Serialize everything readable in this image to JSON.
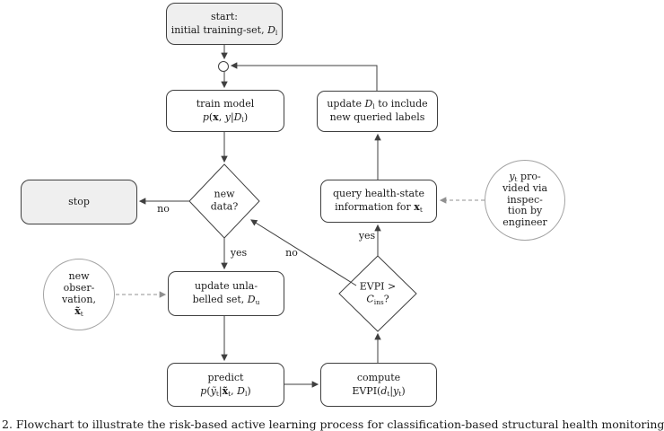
{
  "colors": {
    "box_border": "#3f3f3f",
    "box_fill": "#ffffff",
    "terminal_fill": "#efefef",
    "circle_border": "#a3a3a3",
    "dashed_line": "#909090",
    "text": "#1b1b1b"
  },
  "caption": "2. Flowchart to illustrate the risk-based active learning process for classification-based structural health monitoring",
  "labels": {
    "no_stop": "no",
    "yes_newdata": "yes",
    "no_evpi": "no",
    "yes_evpi": "yes"
  },
  "nodes": {
    "start": {
      "l1": "start:",
      "l2a": "initial training-set, ",
      "l2b": "D",
      "l2c": "l"
    },
    "train": {
      "l1": "train model",
      "p": "p",
      "open": "(",
      "x": "x",
      "comma": ", ",
      "y": "y",
      "bar": "|",
      "D": "D",
      "Dsub": "l",
      "close": ")"
    },
    "update_labelled": {
      "l1a": "update ",
      "l1b": "D",
      "l1c": "l",
      "l1d": " to include",
      "l2": "new queried labels"
    },
    "new_data": {
      "l1": "new",
      "l2": "data?"
    },
    "stop": {
      "l1": "stop"
    },
    "query": {
      "l1": "query health-state",
      "l2a": "information for ",
      "l2b": "x",
      "l2c": "t"
    },
    "engineer": {
      "l1a": "y",
      "l1b": "t",
      "l1c": " pro-",
      "l2": "vided via",
      "l3": "inspec-",
      "l4": "tion by",
      "l5": "engineer"
    },
    "update_unlabelled": {
      "l1": "update unla-",
      "l2a": "belled set, ",
      "l2b": "D",
      "l2c": "u"
    },
    "observation": {
      "l1": "new",
      "l2": "obser-",
      "l3": "vation,",
      "l4a": "x̃",
      "l4b": "t"
    },
    "evpi": {
      "l1": "EVPI >",
      "l2a": "C",
      "l2b": "ins",
      "l2c": "?"
    },
    "predict": {
      "l1": "predict",
      "p": "p",
      "open": "(",
      "yt": "ỹ",
      "yts": "t",
      "bar": "|",
      "xt": "x̃",
      "xts": "t",
      "comma": ", ",
      "D": "D",
      "Dsub": "l",
      "close": ")"
    },
    "compute": {
      "l1": "compute",
      "l2a": "EVPI(",
      "l2b": "d",
      "l2c": "t",
      "l2d": "|",
      "l2e": "y",
      "l2f": "t",
      "l2g": ")"
    }
  }
}
